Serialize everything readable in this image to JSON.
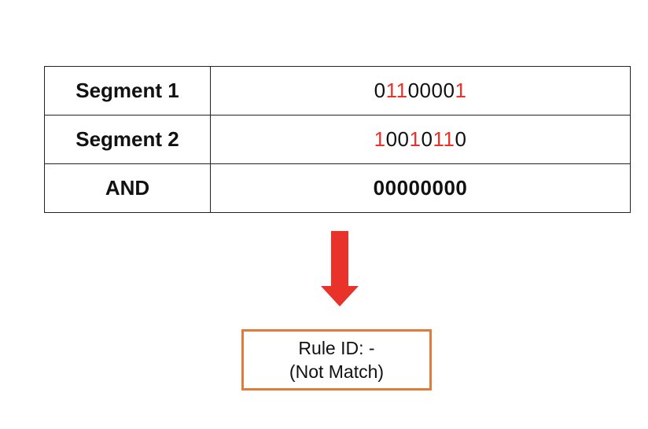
{
  "colors": {
    "highlight_bit": "#e8322a",
    "normal_bit": "#111111",
    "arrow": "#e8322a",
    "result_border": "#e07b39"
  },
  "table": {
    "rows": [
      {
        "label": "Segment 1",
        "value": "01100001",
        "highlight": [
          1,
          2,
          7
        ],
        "bold": false
      },
      {
        "label": "Segment 2",
        "value": "10010110",
        "highlight": [
          0,
          3,
          5,
          6
        ],
        "bold": false
      },
      {
        "label": "AND",
        "value": "00000000",
        "highlight": [],
        "bold": true
      }
    ]
  },
  "arrow_icon": "down-arrow-icon",
  "result": {
    "line1": "Rule ID: -",
    "line2": "(Not Match)"
  }
}
